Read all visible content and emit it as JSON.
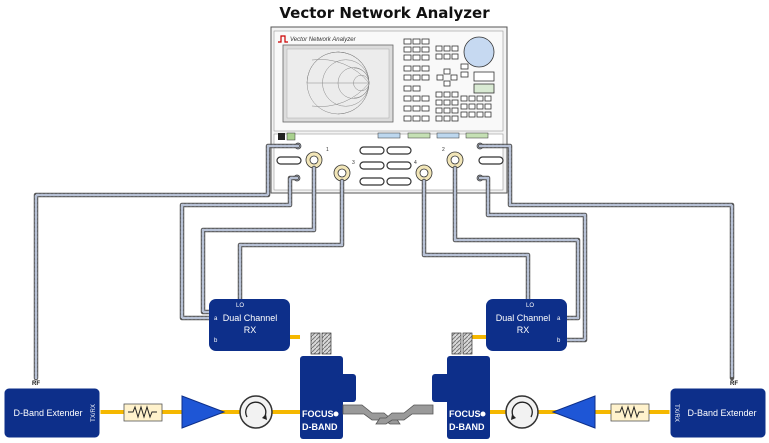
{
  "title": "Vector Network Analyzer",
  "vna": {
    "screen_label": "Vector Network Analyzer",
    "port_numbers": [
      "1",
      "2",
      "3",
      "4"
    ]
  },
  "left": {
    "extender_title": "D-Band Extender",
    "extender_rf": "RF",
    "extender_port": "TX/RX",
    "rx_title": "Dual Channel",
    "rx_sub": "RX",
    "rx_lo": "LO",
    "rx_a": "a",
    "rx_b": "b",
    "tuner_line1": "FOCUS",
    "tuner_line2": "D-BAND"
  },
  "right": {
    "extender_title": "D-Band Extender",
    "extender_rf": "RF",
    "extender_port": "TX/RX",
    "rx_title": "Dual Channel",
    "rx_sub": "RX",
    "rx_lo": "LO",
    "rx_a": "a",
    "rx_b": "b",
    "tuner_line1": "FOCUS",
    "tuner_line2": "D-BAND"
  },
  "colors": {
    "module_blue": "#0d2f8a",
    "waveguide_yellow": "#f5b800",
    "cable_gray": "#8c96a8",
    "amp_blue": "#1e56d6"
  }
}
